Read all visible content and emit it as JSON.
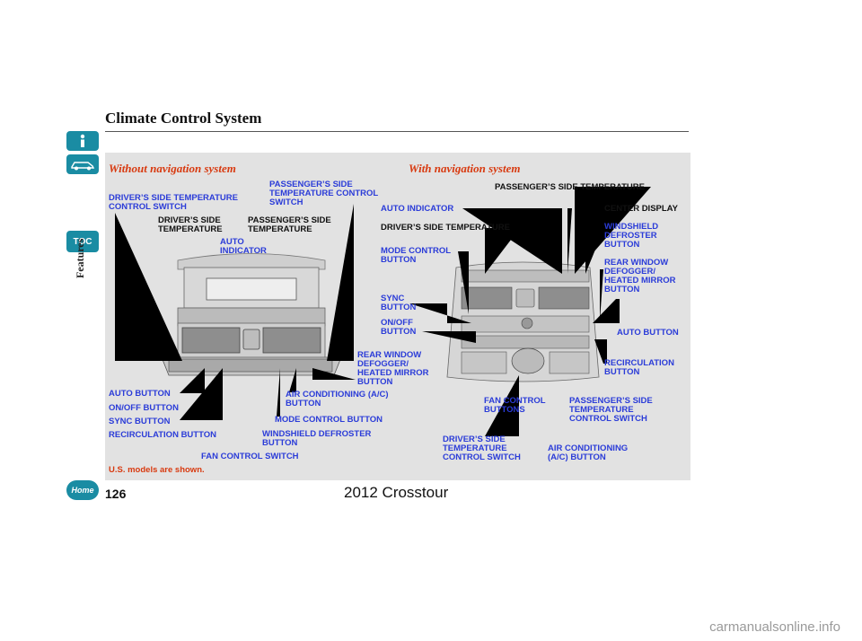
{
  "header": {
    "title": "Climate Control System"
  },
  "sidebar": {
    "toc_label": "TOC",
    "section_label": "Features",
    "home_label": "Home"
  },
  "diagram": {
    "left_heading": "Without navigation system",
    "right_heading": "With navigation system",
    "left_labels": {
      "drivers_temp_control_switch": "DRIVER’S SIDE TEMPERATURE\nCONTROL SWITCH",
      "drivers_side_temp": "DRIVER’S SIDE\nTEMPERATURE",
      "passengers_side_temp": "PASSENGER’S SIDE\nTEMPERATURE",
      "passengers_temp_control_switch": "PASSENGER’S SIDE\nTEMPERATURE CONTROL\nSWITCH",
      "auto_indicator": "AUTO\nINDICATOR",
      "rear_window_defogger": "REAR WINDOW\nDEFOGGER/\nHEATED MIRROR\nBUTTON",
      "auto_button": "AUTO BUTTON",
      "on_off_button": "ON/OFF BUTTON",
      "sync_button": "SYNC BUTTON",
      "recirculation_button": "RECIRCULATION BUTTON",
      "fan_control_switch": "FAN CONTROL SWITCH",
      "air_conditioning_button": "AIR CONDITIONING (A/C)\nBUTTON",
      "mode_control_button": "MODE CONTROL BUTTON",
      "windshield_defroster_button": "WINDSHIELD DEFROSTER\nBUTTON"
    },
    "right_labels": {
      "passengers_side_temp": "PASSENGER’S SIDE TEMPERATURE",
      "auto_indicator": "AUTO INDICATOR",
      "center_display": "CENTER DISPLAY",
      "drivers_side_temp": "DRIVER’S SIDE TEMPERATURE",
      "windshield_defroster_button": "WINDSHIELD\nDEFROSTER\nBUTTON",
      "mode_control_button": "MODE CONTROL\nBUTTON",
      "rear_window_defogger": "REAR WINDOW\nDEFOGGER/\nHEATED MIRROR\nBUTTON",
      "sync_button": "SYNC\nBUTTON",
      "on_off_button": "ON/OFF\nBUTTON",
      "auto_button": "AUTO BUTTON",
      "recirculation_button": "RECIRCULATION\nBUTTON",
      "fan_control_buttons": "FAN CONTROL\nBUTTONS",
      "passengers_temp_control_switch": "PASSENGER’S SIDE\nTEMPERATURE\nCONTROL SWITCH",
      "drivers_temp_control_switch": "DRIVER’S SIDE\nTEMPERATURE\nCONTROL SWITCH",
      "air_conditioning_button": "AIR CONDITIONING\n(A/C) BUTTON"
    },
    "note": "U.S. models are shown."
  },
  "footer": {
    "page_number": "126",
    "model": "2012 Crosstour",
    "watermark": "carmanualsonline.info"
  },
  "colors": {
    "accent_blue": "#2b3cd8",
    "heading_orange": "#d83a10",
    "icon_teal": "#1a8ca3",
    "panel_bg": "#e2e2e2"
  }
}
